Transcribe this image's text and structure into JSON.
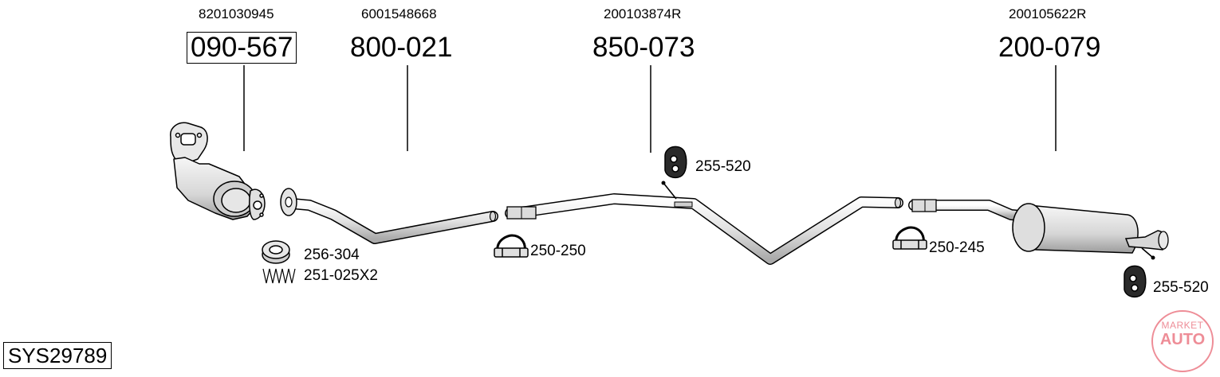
{
  "parts": [
    {
      "oem": "8201030945",
      "number": "090-567"
    },
    {
      "oem": "6001548668",
      "number": "800-021"
    },
    {
      "oem": "200103874R",
      "number": "850-073"
    },
    {
      "oem": "200105622R",
      "number": "200-079"
    }
  ],
  "accessories": {
    "a1": "256-304",
    "a2": "251-025X2",
    "a3": "250-250",
    "a4": "255-520",
    "a5": "250-245",
    "a6": "255-520"
  },
  "system_code": "SYS29789",
  "logo": {
    "line1": "MARKET",
    "line2": "AUTO",
    "color": "#ee8d97"
  },
  "colors": {
    "line": "#000000",
    "part_fill": "#eeeeee",
    "part_shade": "#c8c8c8"
  }
}
